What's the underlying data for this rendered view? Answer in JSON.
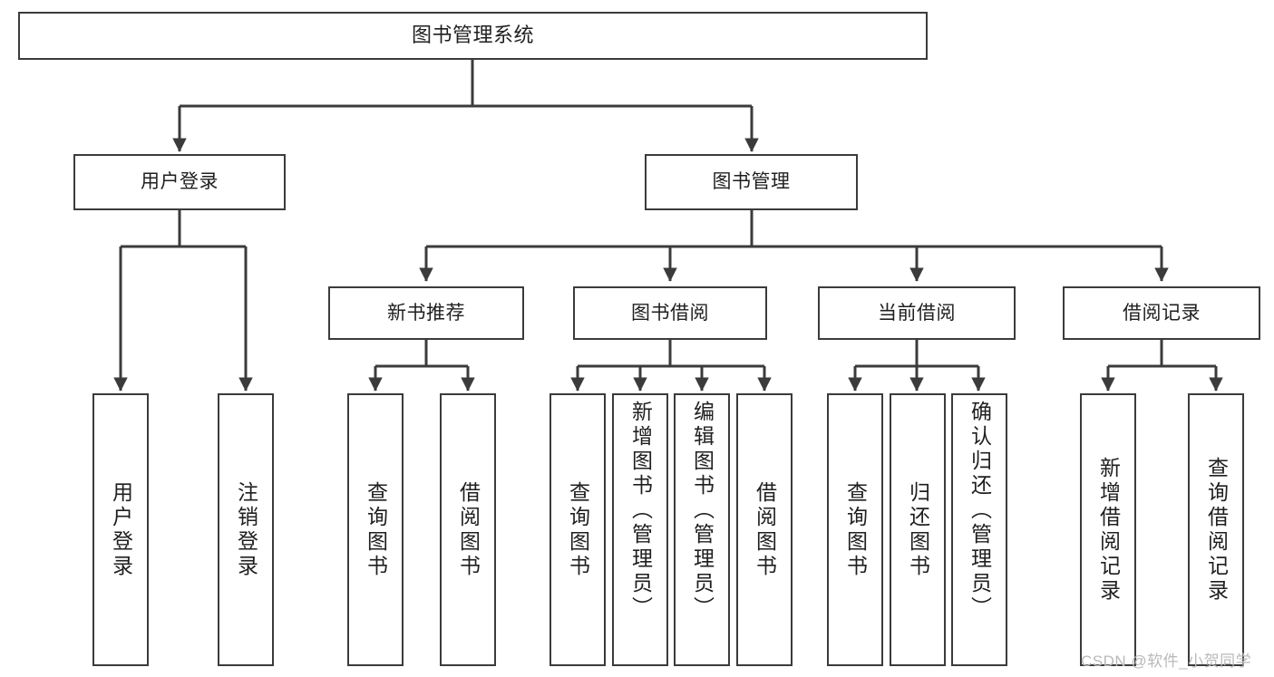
{
  "diagram": {
    "type": "tree-hierarchy-chart",
    "title": "图书管理系统",
    "watermark": "CSDN @软件_小贺同学",
    "colors": {
      "box_border": "#3b3b3b",
      "box_fill": "#ffffff",
      "edge": "#3b3b3b",
      "text": "#1f1f1f",
      "watermark": "#b9b9b9"
    },
    "nodes": {
      "root": {
        "label": "图书管理系统"
      },
      "level1": [
        {
          "id": "user-login",
          "label": "用户登录"
        },
        {
          "id": "book-manage",
          "label": "图书管理"
        }
      ],
      "level2": [
        {
          "id": "new-book-recommend",
          "label": "新书推荐"
        },
        {
          "id": "book-borrow",
          "label": "图书借阅"
        },
        {
          "id": "current-borrow",
          "label": "当前借阅"
        },
        {
          "id": "borrow-record",
          "label": "借阅记录"
        }
      ],
      "leaves": {
        "user-login": [
          {
            "id": "leaf-user-login",
            "label": "用户登录"
          },
          {
            "id": "leaf-logout-login",
            "label": "注销登录"
          }
        ],
        "new-book-recommend": [
          {
            "id": "leaf-query-book-1",
            "label": "查询图书"
          },
          {
            "id": "leaf-borrow-book-1",
            "label": "借阅图书"
          }
        ],
        "book-borrow": [
          {
            "id": "leaf-query-book-2",
            "label": "查询图书"
          },
          {
            "id": "leaf-add-book",
            "label": "新增图书（管理员）"
          },
          {
            "id": "leaf-edit-book",
            "label": "编辑图书（管理员）"
          },
          {
            "id": "leaf-borrow-book-2",
            "label": "借阅图书"
          }
        ],
        "current-borrow": [
          {
            "id": "leaf-query-book-3",
            "label": "查询图书"
          },
          {
            "id": "leaf-return-book",
            "label": "归还图书"
          },
          {
            "id": "leaf-confirm-return",
            "label": "确认归还（管理员）"
          }
        ],
        "borrow-record": [
          {
            "id": "leaf-add-record",
            "label": "新增借阅记录"
          },
          {
            "id": "leaf-query-record",
            "label": "查询借阅记录"
          }
        ]
      }
    }
  }
}
